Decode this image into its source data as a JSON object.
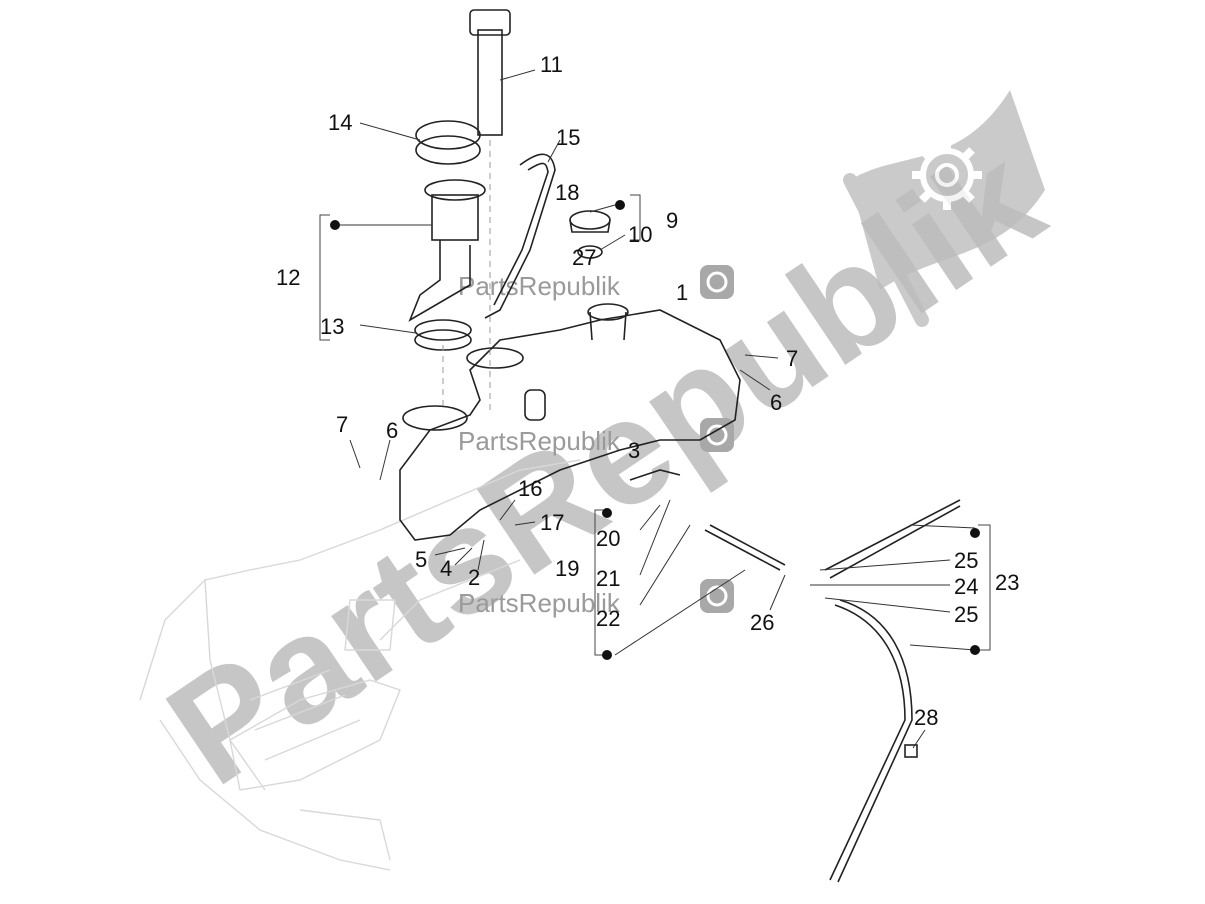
{
  "watermark": {
    "diagonal_text": "PartsRepublik",
    "small_logos": [
      "PartsRepublik",
      "PartsRepublik",
      "PartsRepublik"
    ],
    "icon": "gear-icon",
    "color": "#bdbdbd"
  },
  "callouts": {
    "c1": "1",
    "c2": "2",
    "c3": "3",
    "c4": "4",
    "c5": "5",
    "c6a": "6",
    "c6b": "6",
    "c7a": "7",
    "c7b": "7",
    "c9": "9",
    "c10": "10",
    "c11": "11",
    "c12": "12",
    "c13": "13",
    "c14": "14",
    "c15": "15",
    "c16": "16",
    "c17": "17",
    "c18": "18",
    "c19": "19",
    "c20": "20",
    "c21": "21",
    "c22": "22",
    "c23": "23",
    "c24": "24",
    "c25a": "25",
    "c25b": "25",
    "c26": "26",
    "c27": "27",
    "c28": "28"
  }
}
